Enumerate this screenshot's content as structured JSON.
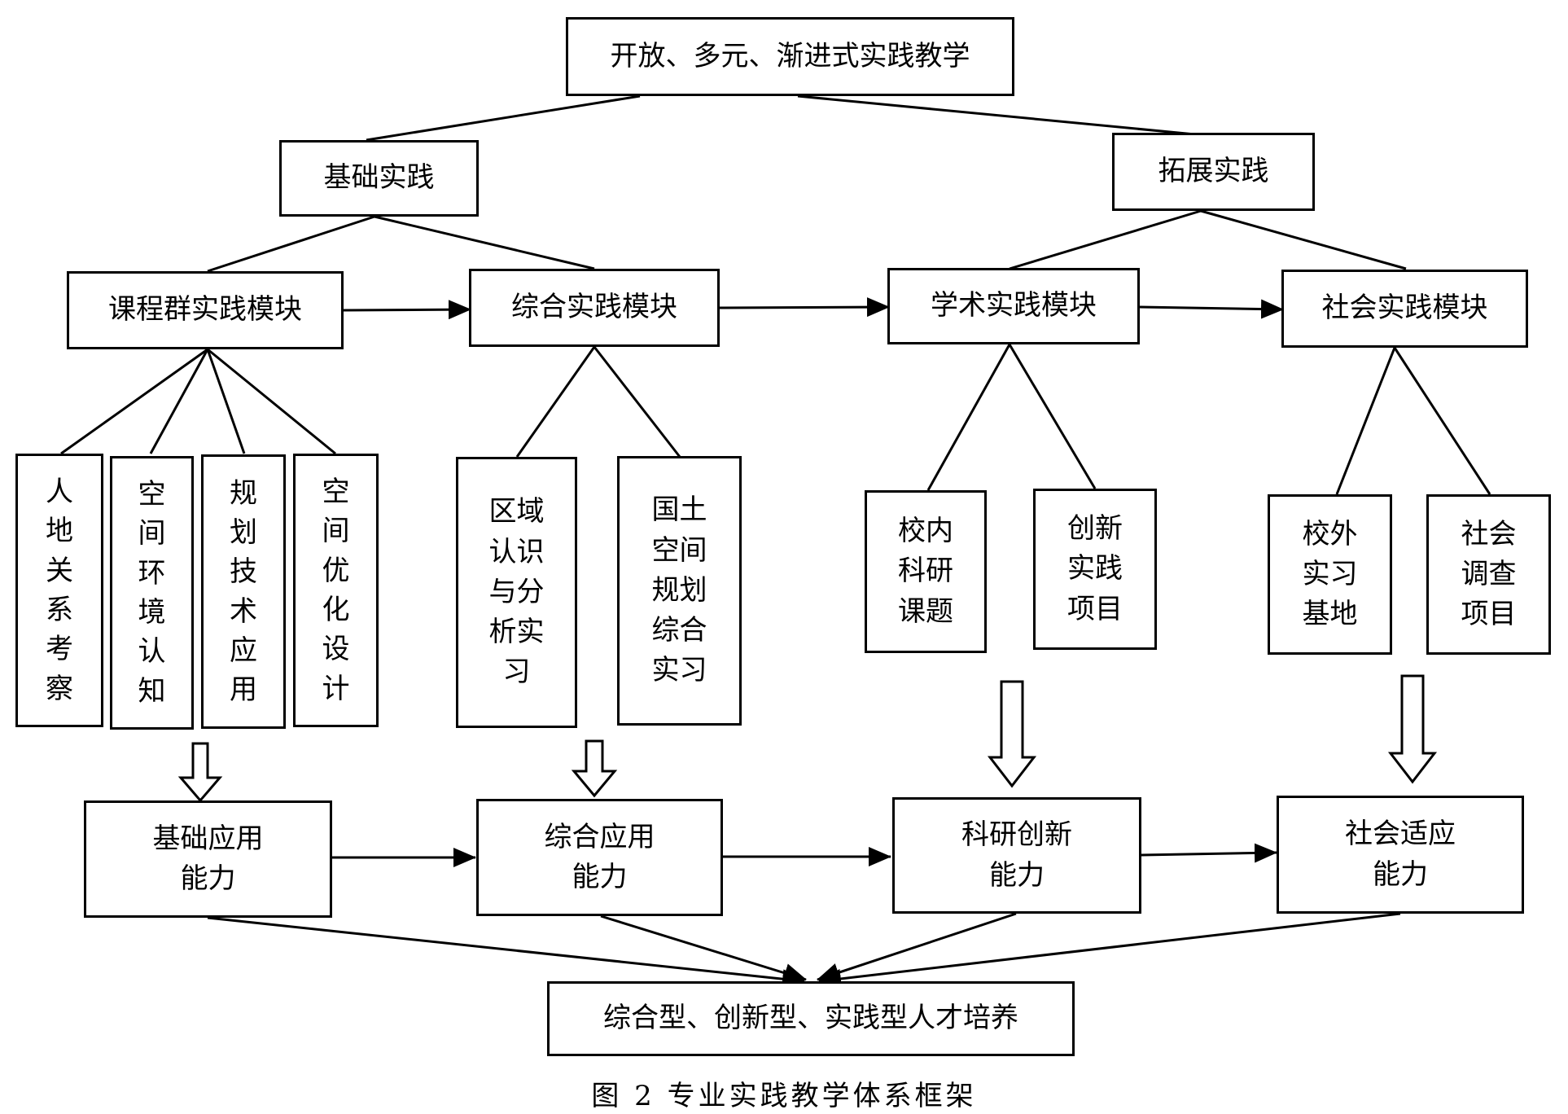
{
  "title": "开放、多元、渐进式实践教学",
  "tiers": {
    "basic": "基础实践",
    "extended": "拓展实践"
  },
  "modules": {
    "course_group": "课程群实践模块",
    "comprehensive": "综合实践模块",
    "academic": "学术实践模块",
    "social": "社会实践模块"
  },
  "items": {
    "human_land": "人\n地\n关\n系\n考\n察",
    "spatial_env": "空\n间\n环\n境\n认\n知",
    "planning_tech": "规\n划\n技\n术\n应\n用",
    "spatial_opt": "空\n间\n优\n化\n设\n计",
    "regional": "区域\n认识\n与分\n析实\n习",
    "territorial": "国土\n空间\n规划\n综合\n实习",
    "campus_research": "校内\n科研\n课题",
    "innovation": "创新\n实践\n项目",
    "offcampus_base": "校外\n实习\n基地",
    "social_survey": "社会\n调查\n项目"
  },
  "abilities": {
    "basic": "基础应用\n能力",
    "comprehensive": "综合应用\n能力",
    "research": "科研创新\n能力",
    "social": "社会适应\n能力"
  },
  "outcome": "综合型、创新型、实践型人才培养",
  "caption": "图 2  专业实践教学体系框架"
}
